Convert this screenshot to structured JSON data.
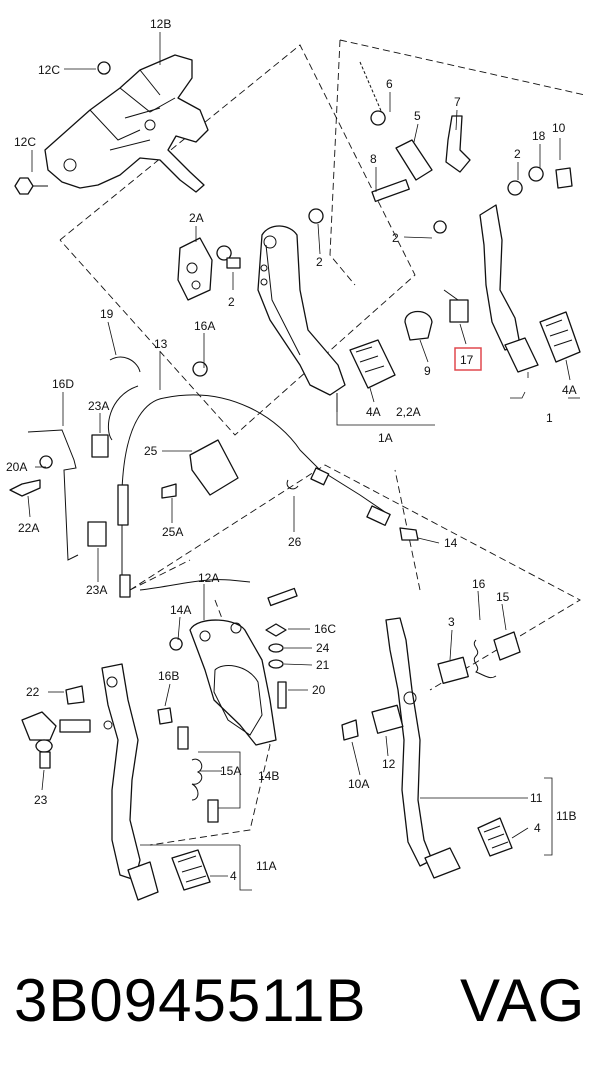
{
  "diagram": {
    "callouts": {
      "c12B": "12B",
      "c12C_top": "12C",
      "c12C_left": "12C",
      "c6": "6",
      "c5": "5",
      "c7": "7",
      "c8": "8",
      "c2_tr1": "2",
      "c18": "18",
      "c10": "10",
      "c2_tr2": "2",
      "c2A": "2A",
      "c2_mid1": "2",
      "c2_mid2": "2",
      "c9": "9",
      "c17": "17",
      "c4A_mid": "4A",
      "c2_2A": "2,2A",
      "c1A": "1A",
      "c4A_right": "4A",
      "c1": "1",
      "c19": "19",
      "c13": "13",
      "c16A": "16A",
      "c16D": "16D",
      "c23A_top": "23A",
      "c25": "25",
      "c20A": "20A",
      "c22A": "22A",
      "c25A": "25A",
      "c26": "26",
      "c23A_bot": "23A",
      "c14_mid": "14",
      "c12A": "12A",
      "c16": "16",
      "c15": "15",
      "c3": "3",
      "c14A": "14A",
      "c16C": "16C",
      "c24": "24",
      "c21": "21",
      "c20": "20",
      "c16B": "16B",
      "c22": "22",
      "c23": "23",
      "c15A": "15A",
      "c14B": "14B",
      "c10A": "10A",
      "c12": "12",
      "c11": "11",
      "c11B": "11B",
      "c4_right": "4",
      "c11A": "11A",
      "c4_left": "4"
    },
    "highlight_color": "#e0484f"
  },
  "caption": {
    "part_number": "3B0945511B",
    "brand": "VAG"
  }
}
